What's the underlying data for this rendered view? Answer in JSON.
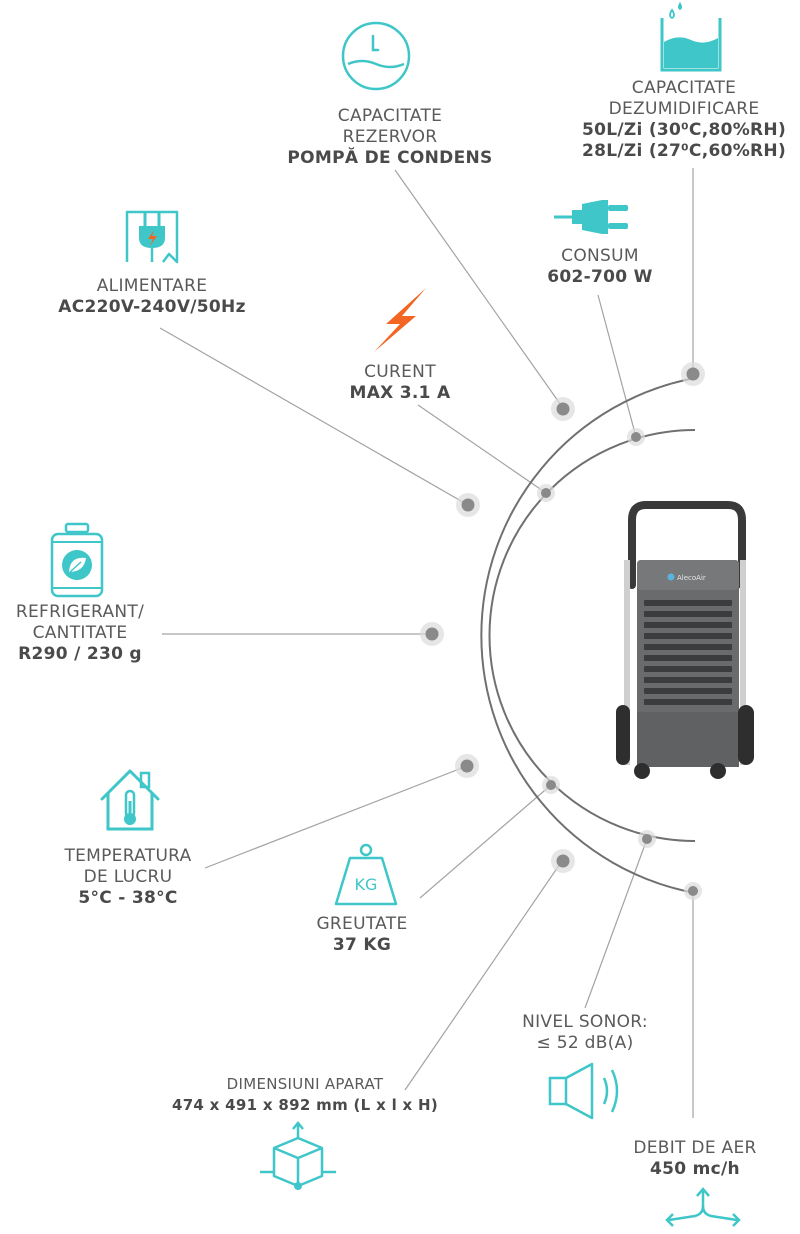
{
  "colors": {
    "accent": "#3fc6c9",
    "bolt": "#f26522",
    "line": "#9a9a9a",
    "arc": "#6d6d6d",
    "dot": "#8c8c8c"
  },
  "specs": {
    "capacitate_rezervor": {
      "line1": "CAPACITATE",
      "line2": "REZERVOR",
      "value": "POMPĂ DE CONDENS",
      "icon": "tank-clock-icon"
    },
    "capacitate_dezumidificare": {
      "line1": "CAPACITATE",
      "line2": "DEZUMIDIFICARE",
      "value1": "50L/Zi (30⁰C,80%RH)",
      "value2": "28L/Zi (27⁰C,60%RH)",
      "icon": "water-container-icon"
    },
    "alimentare": {
      "label": "ALIMENTARE",
      "value": "AC220V-240V/50Hz",
      "icon": "power-socket-icon"
    },
    "consum": {
      "label": "CONSUM",
      "value": "602-700 W",
      "icon": "plug-icon"
    },
    "curent": {
      "label": "CURENT",
      "value": "MAX 3.1 A",
      "icon": "lightning-bolt-icon"
    },
    "refrigerant": {
      "line1": "REFRIGERANT/",
      "line2": "CANTITATE",
      "value": "R290 / 230 g",
      "icon": "eco-canister-icon"
    },
    "temperatura": {
      "line1": "TEMPERATURA",
      "line2": "DE LUCRU",
      "value": "5°C - 38°C",
      "icon": "house-thermometer-icon"
    },
    "greutate": {
      "label": "GREUTATE",
      "value": "37 KG",
      "icon": "weight-kg-icon",
      "icon_text": "KG"
    },
    "nivel_sonor": {
      "label": "NIVEL SONOR:",
      "value": "≤ 52 dB(A)",
      "icon": "speaker-icon"
    },
    "dimensiuni": {
      "label": "DIMENSIUNI APARAT",
      "value": "474 x 491 x 892 mm (L x l x H)",
      "icon": "cube-axes-icon"
    },
    "debit_aer": {
      "label": "DEBIT DE AER",
      "value": "450 mc/h",
      "icon": "airflow-arrows-icon"
    }
  },
  "product": {
    "brand": "AlecoAir",
    "icon": "dehumidifier-image"
  }
}
